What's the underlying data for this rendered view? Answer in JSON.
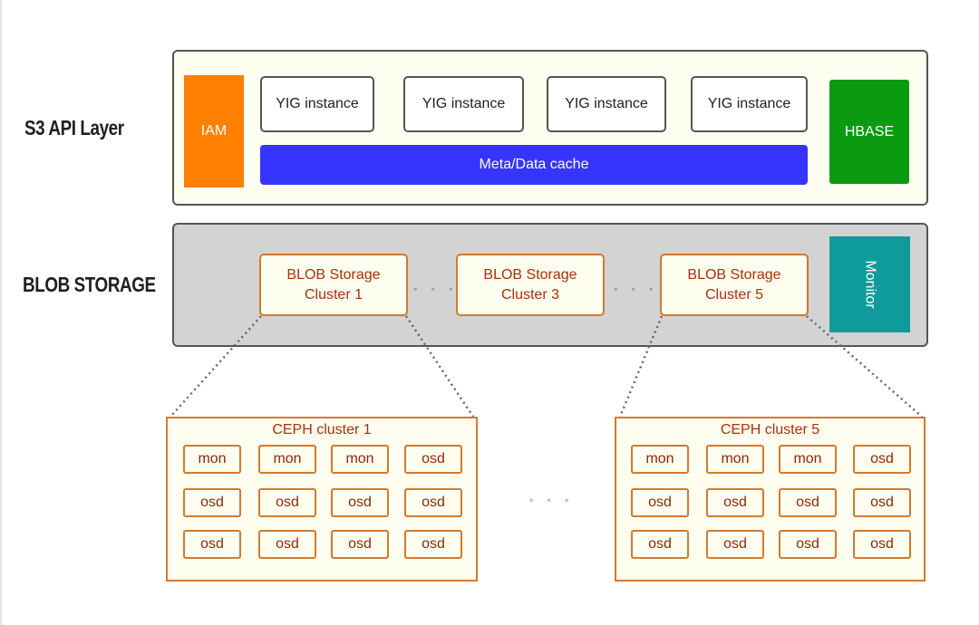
{
  "labels": {
    "api_layer": "S3 API Layer",
    "blob_storage": "BLOB STORAGE"
  },
  "api_layer": {
    "iam": "IAM",
    "yig_instances": [
      "YIG instance",
      "YIG instance",
      "YIG instance",
      "YIG instance"
    ],
    "cache": "Meta/Data cache",
    "hbase": "HBASE"
  },
  "blob_layer": {
    "clusters": [
      [
        "BLOB Storage",
        "Cluster 1"
      ],
      [
        "BLOB Storage",
        "Cluster 3"
      ],
      [
        "BLOB Storage",
        "Cluster 5"
      ]
    ],
    "monitor": "Monitor",
    "ellipsis": "◦ ◦ ◦"
  },
  "ceph_clusters": [
    {
      "title": "CEPH cluster 1",
      "rows": [
        [
          "mon",
          "mon",
          "mon",
          "osd"
        ],
        [
          "osd",
          "osd",
          "osd",
          "osd"
        ],
        [
          "osd",
          "osd",
          "osd",
          "osd"
        ]
      ]
    },
    {
      "title": "CEPH cluster 5",
      "rows": [
        [
          "mon",
          "mon",
          "mon",
          "osd"
        ],
        [
          "osd",
          "osd",
          "osd",
          "osd"
        ],
        [
          "osd",
          "osd",
          "osd",
          "osd"
        ]
      ]
    }
  ],
  "between_ceph_ellipsis": "◦ ◦ ◦",
  "colors": {
    "iam": "#ff7f00",
    "hbase": "#0b9b12",
    "monitor": "#0f9b9b",
    "cache": "#3535ff",
    "api_panel_bg": "#fdfdf0",
    "blob_panel_bg": "#d3d3d3",
    "orange_border": "#d37a2c"
  }
}
